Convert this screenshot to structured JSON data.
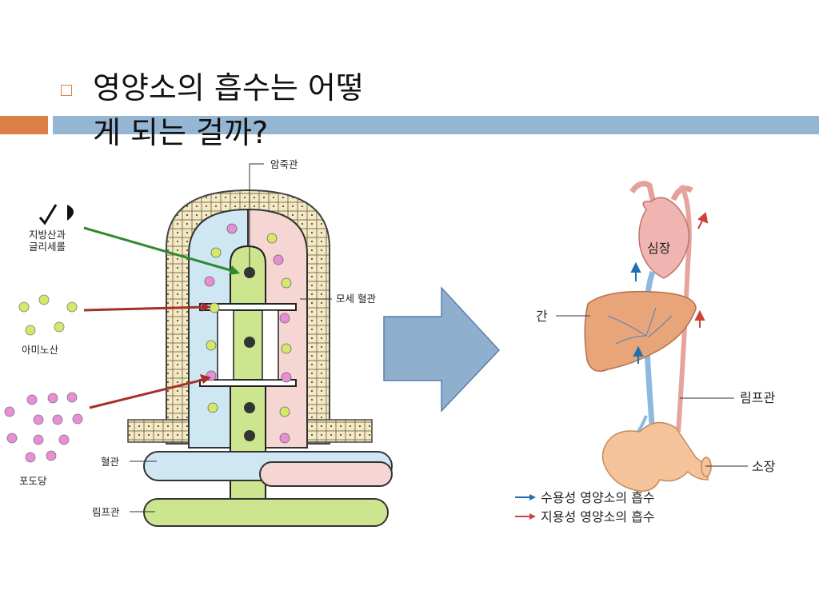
{
  "slide": {
    "title_line1": "영양소의 흡수는 어떻",
    "title_line2": "게 되는 걸까?"
  },
  "theme": {
    "accent_orange": "#DD8047",
    "accent_blue": "#94B6D2",
    "arrow_fill": "#8FAFCF"
  },
  "villus_diagram": {
    "labels": {
      "lacteal": "암죽관",
      "fat": "지방산과",
      "fat2": "글리세롤",
      "amino": "아미노산",
      "glucose": "포도당",
      "capillary": "모세 혈관",
      "blood_vessel": "혈관",
      "lymph_vessel": "림프관"
    }
  },
  "organ_diagram": {
    "labels": {
      "heart": "심장",
      "liver": "간",
      "lymph": "림프관",
      "intestine": "소장"
    },
    "legend": [
      {
        "text": "수용성 영양소의 흡수",
        "color": "#1E6FB3"
      },
      {
        "text": "지용성 영양소의 흡수",
        "color": "#D0413A"
      }
    ]
  }
}
